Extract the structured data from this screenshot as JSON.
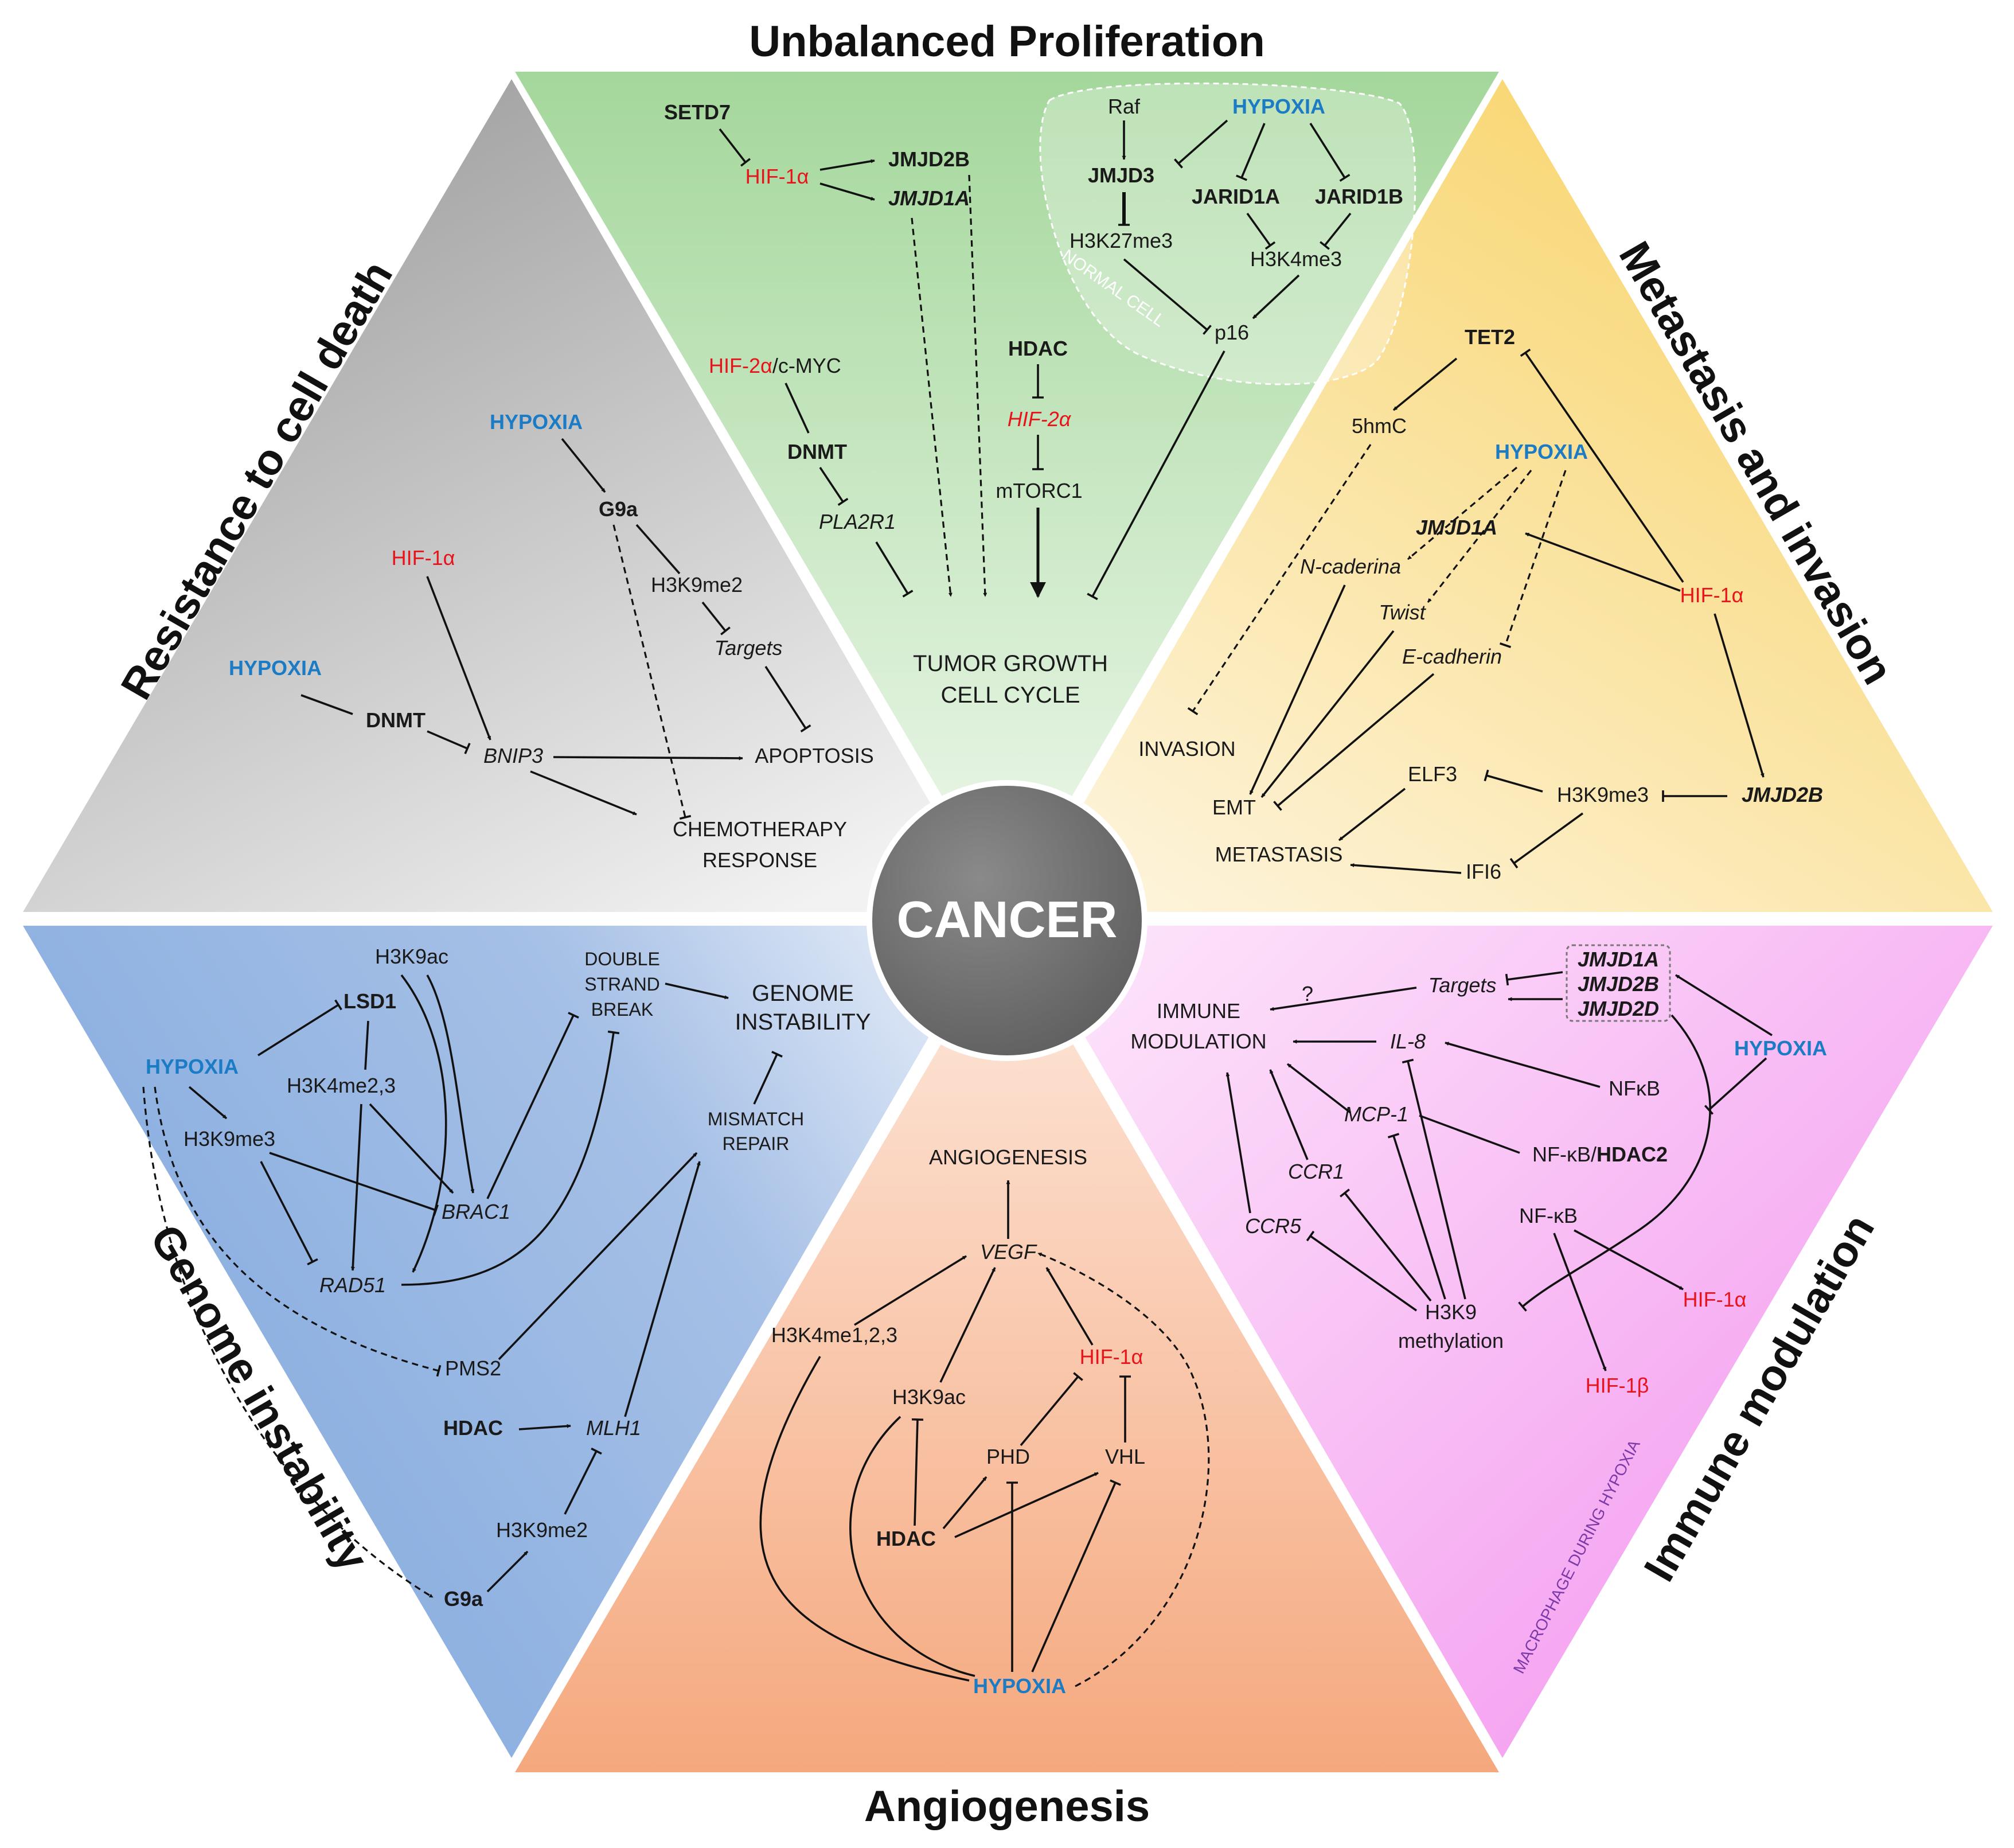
{
  "center": "CANCER",
  "titles": {
    "top": "Unbalanced Proliferation",
    "right": "Metastasis and invasion",
    "left": "Resistance to cell death",
    "bottom": "Angiogenesis",
    "bottom_left": "Genome instability",
    "bottom_right": "Immune modulation"
  },
  "proliferation": {
    "setd7": "SETD7",
    "hif1a": "HIF-1α",
    "jmjd2b": "JMJD2B",
    "jmjd1a": "JMJD1A",
    "hif2a": "HIF-2α",
    "cmyc": "/c-MYC",
    "dnmt": "DNMT",
    "pla2r1": "PLA2R1",
    "hdac": "HDAC",
    "hif2a_b": "HIF-2α",
    "mtorc1": "mTORC1",
    "raf": "Raf",
    "hypoxia": "HYPOXIA",
    "jmjd3": "JMJD3",
    "jarid1a": "JARID1A",
    "jarid1b": "JARID1B",
    "h3k27me3": "H3K27me3",
    "h3k4me3": "H3K4me3",
    "p16": "p16",
    "normal_cell": "NORMAL CELL",
    "tumor1": "TUMOR GROWTH",
    "tumor2": "CELL CYCLE"
  },
  "metastasis": {
    "tet2": "TET2",
    "hmc": "5hmC",
    "hypoxia": "HYPOXIA",
    "jmjd1a": "JMJD1A",
    "ncad": "N-caderina",
    "twist": "Twist",
    "ecad": "E-cadherin",
    "hif1a": "HIF-1α",
    "invasion": "INVASION",
    "emt": "EMT",
    "elf3": "ELF3",
    "h3k9me3": "H3K9me3",
    "jmjd2b": "JMJD2B",
    "metastasis": "METASTASIS",
    "ifi6": "IFI6"
  },
  "death": {
    "hypoxia1": "HYPOXIA",
    "g9a": "G9a",
    "hif1a": "HIF-1α",
    "h3k9me2": "H3K9me2",
    "targets": "Targets",
    "hypoxia2": "HYPOXIA",
    "dnmt": "DNMT",
    "bnip3": "BNIP3",
    "apoptosis": "APOPTOSIS",
    "chemo1": "CHEMOTHERAPY",
    "chemo2": "RESPONSE"
  },
  "genome": {
    "h3k9ac": "H3K9ac",
    "lsd1": "LSD1",
    "hypoxia": "HYPOXIA",
    "h3k4me23": "H3K4me2,3",
    "h3k9me3": "H3K9me3",
    "brac1": "BRAC1",
    "rad51": "RAD51",
    "dsb1": "DOUBLE",
    "dsb2": "STRAND",
    "dsb3": "BREAK",
    "gi1": "GENOME",
    "gi2": "INSTABILITY",
    "mm1": "MISMATCH",
    "mm2": "REPAIR",
    "pms2": "PMS2",
    "hdac": "HDAC",
    "mlh1": "MLH1",
    "h3k9me2": "H3K9me2",
    "g9a": "G9a"
  },
  "angio": {
    "angiogenesis": "ANGIOGENESIS",
    "vegf": "VEGF",
    "h3k4me": "H3K4me1,2,3",
    "hif1a": "HIF-1α",
    "h3k9ac": "H3K9ac",
    "phd": "PHD",
    "vhl": "VHL",
    "hdac": "HDAC",
    "hypoxia": "HYPOXIA"
  },
  "immune": {
    "q": "?",
    "targets": "Targets",
    "jmjd1a": "JMJD1A",
    "jmjd2b": "JMJD2B",
    "jmjd2d": "JMJD2D",
    "im1": "IMMUNE",
    "im2": "MODULATION",
    "il8": "IL-8",
    "hypoxia": "HYPOXIA",
    "nfkb": "NFκB",
    "mcp1": "MCP-1",
    "nfkb_hdac2_a": "NF-κB/",
    "nfkb_hdac2_b": "HDAC2",
    "ccr1": "CCR1",
    "ccr5": "CCR5",
    "nfkb2": "NF-κB",
    "hif1a": "HIF-1α",
    "hif1b": "HIF-1β",
    "h3k9_1": "H3K9",
    "h3k9_2": "methylation",
    "macrophage": "MACROPHAGE DURING HYPOXIA"
  },
  "colors": {
    "top": "#a9d9a0",
    "right": "#f9d66e",
    "left": "#9c9c9c",
    "bottom": "#f7b48c",
    "bottom_left": "#8fb1e0",
    "bottom_right": "#f49cf1",
    "center": "#707070",
    "red": "#e8141b",
    "blue": "#1b7bc4"
  }
}
